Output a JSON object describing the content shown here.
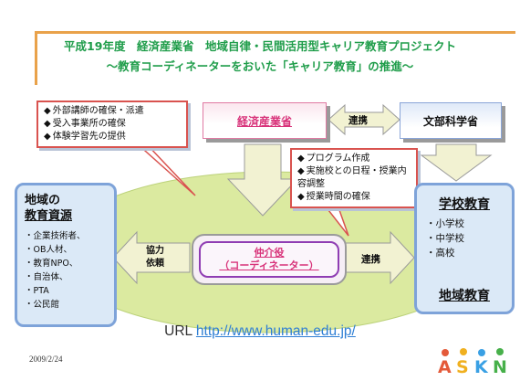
{
  "title": {
    "line1": "平成19年度　経済産業省　地域自律・民間活用型キャリア教育プロジェクト",
    "line2": "～教育コーディネーターをおいた「キャリア教育」の推進～"
  },
  "callout_left": {
    "items": [
      "外部講師の確保・派遣",
      "受入事業所の確保",
      "体験学習先の提供"
    ]
  },
  "callout_right": {
    "items": [
      "プログラム作成",
      "実施校との日程・授業内容調整",
      "授業時間の確保"
    ]
  },
  "meti": {
    "label": "経済産業省"
  },
  "mext": {
    "label": "文部科学省"
  },
  "link_top": {
    "label": "連携"
  },
  "local_resources": {
    "title_line1": "地域の",
    "title_line2": "教育資源",
    "items": [
      "・企業技術者、",
      "・OB人材、",
      "・教育NPO、",
      "・自治体、",
      "・PTA",
      "・公民館"
    ]
  },
  "school": {
    "title": "学校教育",
    "items": [
      "・小学校",
      "・中学校",
      "・高校"
    ],
    "community": "地域教育"
  },
  "mediator": {
    "line1": "仲介役",
    "line2": "（コーディネーター）"
  },
  "request_arrow": {
    "line1": "協力",
    "line2": "依頼"
  },
  "link_right": {
    "label": "連携"
  },
  "url": {
    "prefix": "URL ",
    "link": "http://www.human-edu.jp/"
  },
  "date": "2009/2/24",
  "logo": {
    "text": "ASKN"
  },
  "colors": {
    "title": "#1f9d4a",
    "ellipse": "#dbeaa0",
    "arrow_fill": "#f2f2d2",
    "box_border": "#7ea3d9",
    "callout_border": "#d9534f",
    "pink_text": "#d8337a"
  }
}
